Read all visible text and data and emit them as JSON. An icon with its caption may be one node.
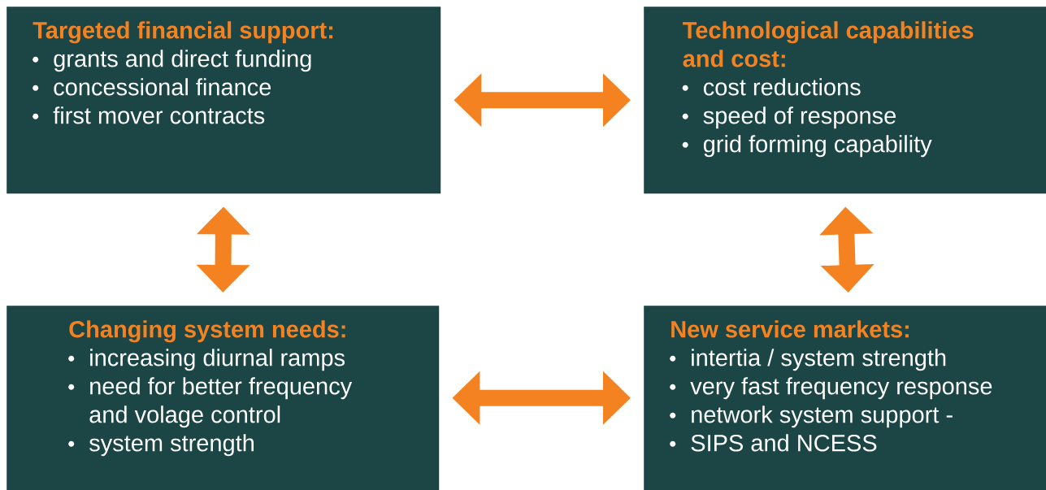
{
  "diagram": {
    "nodes": [
      {
        "text": [
          "Targeted financial support:",
          "grants and direct funding",
          "concessional finance",
          "first mover contracts"
        ]
      },
      {
        "text": [
          "Technological capabilities and cost:",
          "cost reductions",
          "speed of response",
          "grid forming capability"
        ]
      },
      {
        "text": [
          "Changing system needs:",
          "increasing diurnal ramps",
          "need for better frequency and volage control",
          "system strength"
        ]
      },
      {
        "text": [
          "New service markets:",
          "intertia / system strength",
          "very fast frequency response",
          "network system support -",
          "SIPS and NCESS"
        ]
      }
    ],
    "edges": [
      {
        "from": 0,
        "to": 1,
        "arrow": "both"
      },
      {
        "from": 0,
        "to": 2,
        "arrow": "both"
      },
      {
        "from": 1,
        "to": 3,
        "arrow": "both"
      },
      {
        "from": 2,
        "to": 3,
        "arrow": "both"
      }
    ]
  }
}
